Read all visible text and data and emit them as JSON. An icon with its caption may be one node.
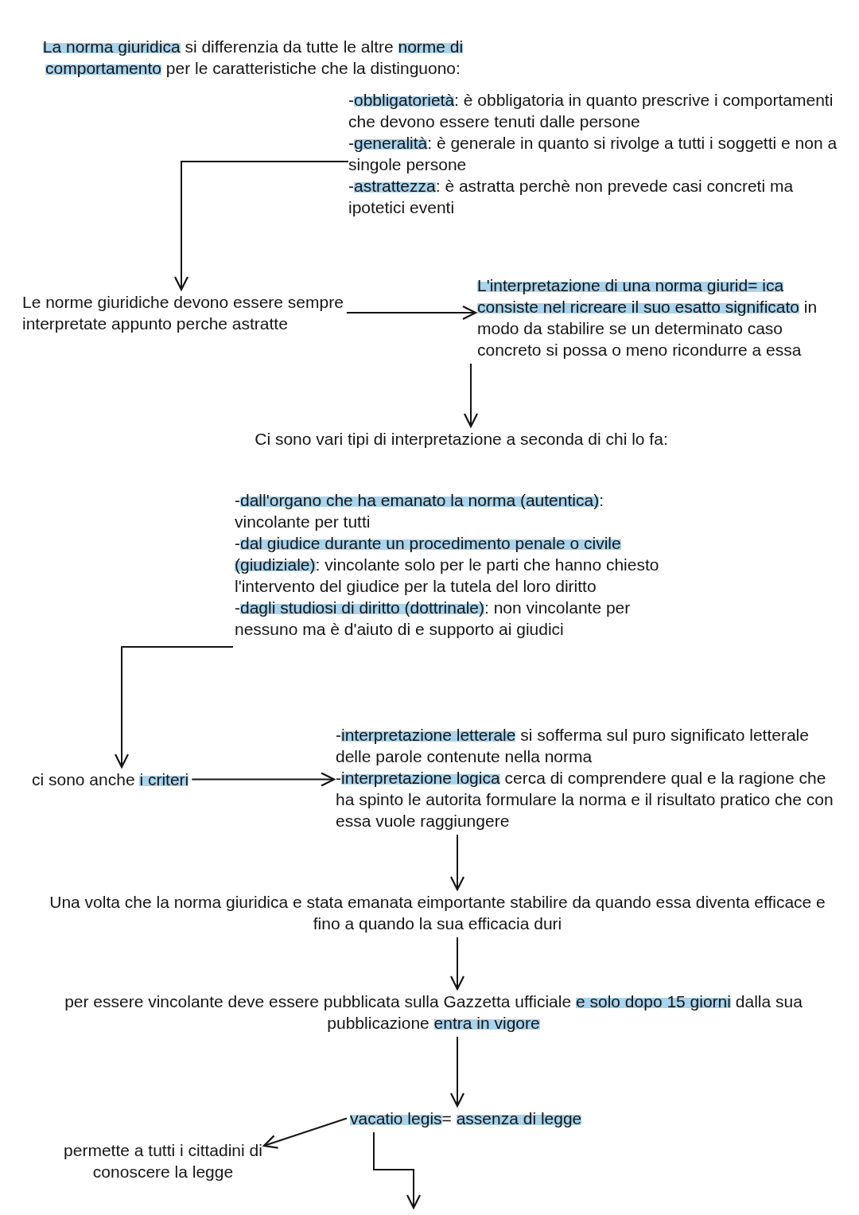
{
  "diagram": {
    "nodes": [
      {
        "text": [
          "**La norma giuridica** si differenzia da tutte le altre **norme di comportamento** per le caratteristiche che la distinguono:"
        ]
      },
      {
        "text": [
          "-**obbligatorietà**: è obbligatoria in quanto prescrive i comportamenti che devono essere tenuti dalle persone",
          "-**generalità**: è generale in quanto si rivolge a tutti i soggetti e non a singole persone",
          "-**astrattezza**: è astratta perchè non prevede casi concreti ma ipotetici eventi"
        ]
      },
      {
        "text": [
          "Le norme giuridiche devono essere sempre interpretate appunto perche astratte"
        ]
      },
      {
        "text": [
          "**L'interpretazione di una norma giurid= ica consiste nel ricreare il suo esatto significato** in modo da stabilire se un determinato caso concreto si possa o meno ricondurre a essa"
        ]
      },
      {
        "text": [
          "Ci sono vari tipi di interpretazione a seconda di chi lo fa:"
        ]
      },
      {
        "text": [
          "-**dall'organo che ha emanato la norma (autentica)**: vincolante per tutti",
          "-**dal giudice durante un procedimento penale o civile (giudiziale)**: vincolante solo per le parti che hanno chiesto l'intervento del giudice per la tutela del loro diritto",
          "-**dagli studiosi di diritto (dottrinale)**: non vincolante per nessuno ma è d'aiuto di e supporto ai giudici"
        ]
      },
      {
        "text": [
          "ci sono anche **i criteri**"
        ]
      },
      {
        "text": [
          "-**interpretazione letterale** si sofferma sul puro significato letterale delle parole contenute nella norma",
          "-**interpretazione logica** cerca di comprendere qual e la ragione che ha spinto le autorita formulare la norma e il risultato pratico che con essa vuole raggiungere"
        ]
      },
      {
        "text": [
          "Una volta che la norma giuridica e stata emanata eimportante stabilire da quando essa diventa efficace e fino a quando la sua efficacia duri"
        ]
      },
      {
        "text": [
          "per essere vincolante deve essere pubblicata sulla Gazzetta ufficiale **e solo dopo 15 giorni** dalla sua pubblicazione **entra in vigore**"
        ]
      },
      {
        "text": [
          "**vacatio legis**= **assenza di legge**"
        ]
      },
      {
        "text": [
          "permette a tutti i cittadini di conoscere la legge"
        ]
      }
    ],
    "edges": [
      {
        "from": 1,
        "to": 2,
        "arrow": "to"
      },
      {
        "from": 2,
        "to": 3,
        "arrow": "to"
      },
      {
        "from": 3,
        "to": 4,
        "arrow": "to"
      },
      {
        "from": 5,
        "to": 6,
        "arrow": "to"
      },
      {
        "from": 6,
        "to": 7,
        "arrow": "to"
      },
      {
        "from": 7,
        "to": 8,
        "arrow": "to"
      },
      {
        "from": 8,
        "to": 9,
        "arrow": "to"
      },
      {
        "from": 9,
        "to": 10,
        "arrow": "to"
      },
      {
        "from": 10,
        "to": 11,
        "arrow": "to"
      },
      {
        "from": 10,
        "to": null,
        "arrow": "to"
      }
    ]
  }
}
